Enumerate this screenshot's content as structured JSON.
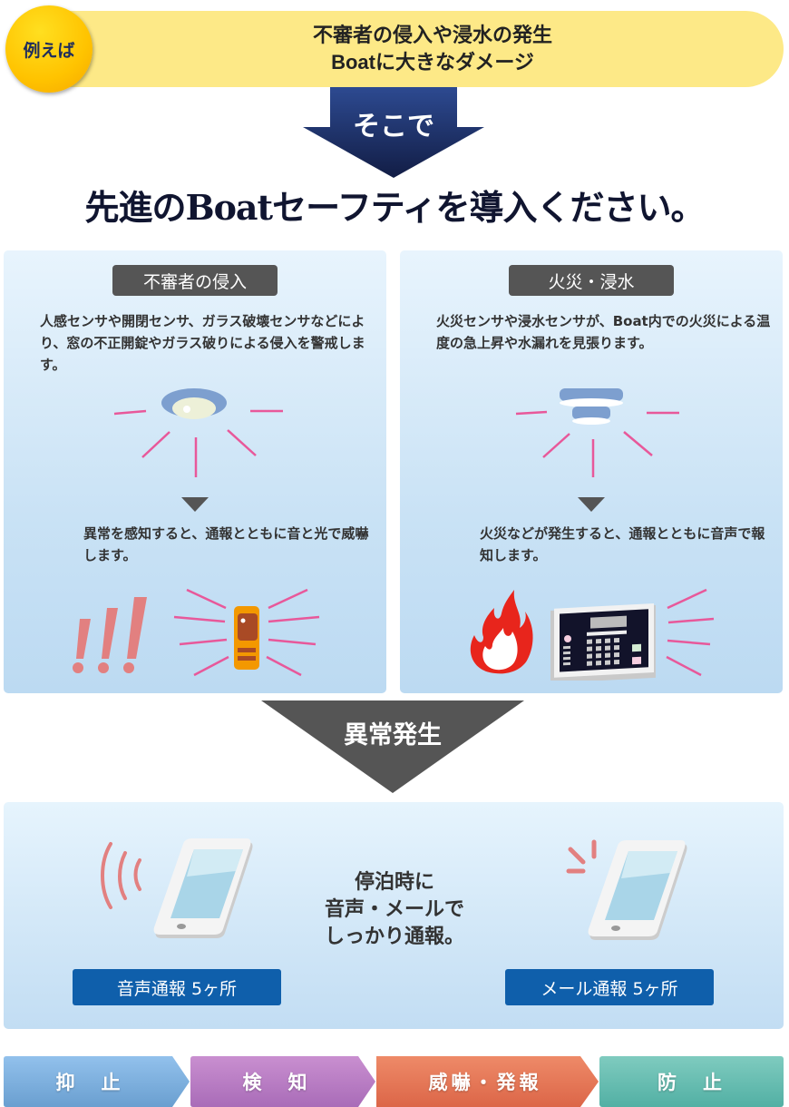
{
  "banner": {
    "badge": "例えば",
    "line1": "不審者の侵入や浸水の発生",
    "line2": "Boatに大きなダメージ"
  },
  "arrow_label": "そこで",
  "headline": "先進のBoatセーフティを導入ください。",
  "panels": [
    {
      "tag": "不審者の侵入",
      "desc": "人感センサや開閉センサ、ガラス破壊センサなどにより、窓の不正開錠やガラス破りによる侵入を警戒します。",
      "result": "異常を感知すると、通報とともに音と光で威嚇します。",
      "sensor_icon": "motion-sensor-icon",
      "alert_icons": [
        "exclamation-marks-icon",
        "warning-light-icon"
      ]
    },
    {
      "tag": "火災・浸水",
      "desc": "火災センサや浸水センサが、Boat内での火災による温度の急上昇や水漏れを見張ります。",
      "result": "火災などが発生すると、通報とともに音声で報知します。",
      "sensor_icon": "smoke-detector-icon",
      "alert_icons": [
        "fire-icon",
        "control-panel-icon"
      ]
    }
  ],
  "anomaly_label": "異常発生",
  "notify": {
    "center_lines": [
      "停泊時に",
      "音声・メールで",
      "しっかり通報。"
    ],
    "voice_button": "音声通報 5ヶ所",
    "mail_button": "メール通報 5ヶ所"
  },
  "steps": [
    {
      "label": "抑　止",
      "color_top": "#92c1ec",
      "color_bottom": "#6a9fd0"
    },
    {
      "label": "検　知",
      "color_top": "#c98fd0",
      "color_bottom": "#a96cb8"
    },
    {
      "label": "威嚇・発報",
      "color_top": "#ee8a68",
      "color_bottom": "#dc6648"
    },
    {
      "label": "防　止",
      "color_top": "#7fcbbf",
      "color_bottom": "#52b0a4"
    }
  ],
  "colors": {
    "banner_bg": "#fde987",
    "badge": "#ffc300",
    "arrow_navy": "#1f3570",
    "tag_bg": "#555555",
    "accent_pink": "#e8589a",
    "notify_button": "#0f5fab"
  }
}
